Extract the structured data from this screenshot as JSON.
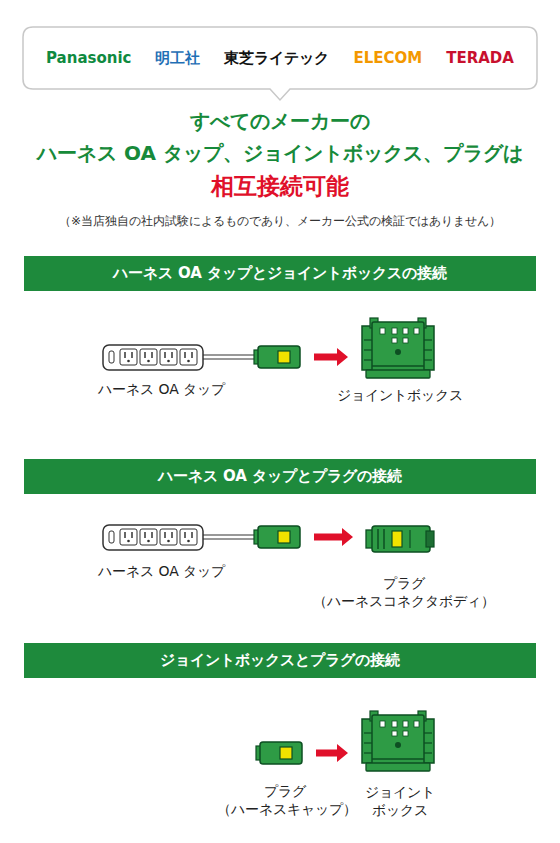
{
  "diagram": {
    "title": "すべてのメーカーの",
    "nodes": [
      {
        "text": [
          "Panasonic",
          "明工社",
          "東芝ライテック",
          "ELECOM",
          "TERADA"
        ]
      },
      {
        "text": [
          "ハーネス OA タップとジョイントボックスの接続"
        ]
      },
      {
        "text": [
          "ハーネス OA タップ"
        ]
      },
      {
        "text": [
          "ジョイントボックス"
        ]
      },
      {
        "text": [
          "ハーネス OA タップとプラグの接続"
        ]
      },
      {
        "text": [
          "ハーネス OA タップ"
        ]
      },
      {
        "text": [
          "プラグ （ハーネスコネクタボディ）"
        ]
      },
      {
        "text": [
          "ジョイントボックスとプラグの接続"
        ]
      },
      {
        "text": [
          "プラグ （ハーネスキャップ）"
        ]
      },
      {
        "text": [
          "ジョイント ボックス"
        ]
      }
    ],
    "edges": [
      {
        "from": 2,
        "to": 3,
        "arrow": "to"
      },
      {
        "from": 5,
        "to": 6,
        "arrow": "to"
      },
      {
        "from": 8,
        "to": 9,
        "arrow": "to"
      }
    ],
    "labels": [
      "ハーネス OA タップ、ジョイントボックス、プラグは",
      "相互接続可能",
      "（※当店独自の社内試験によるものであり、メーカー公式の検証ではありません）"
    ]
  }
}
